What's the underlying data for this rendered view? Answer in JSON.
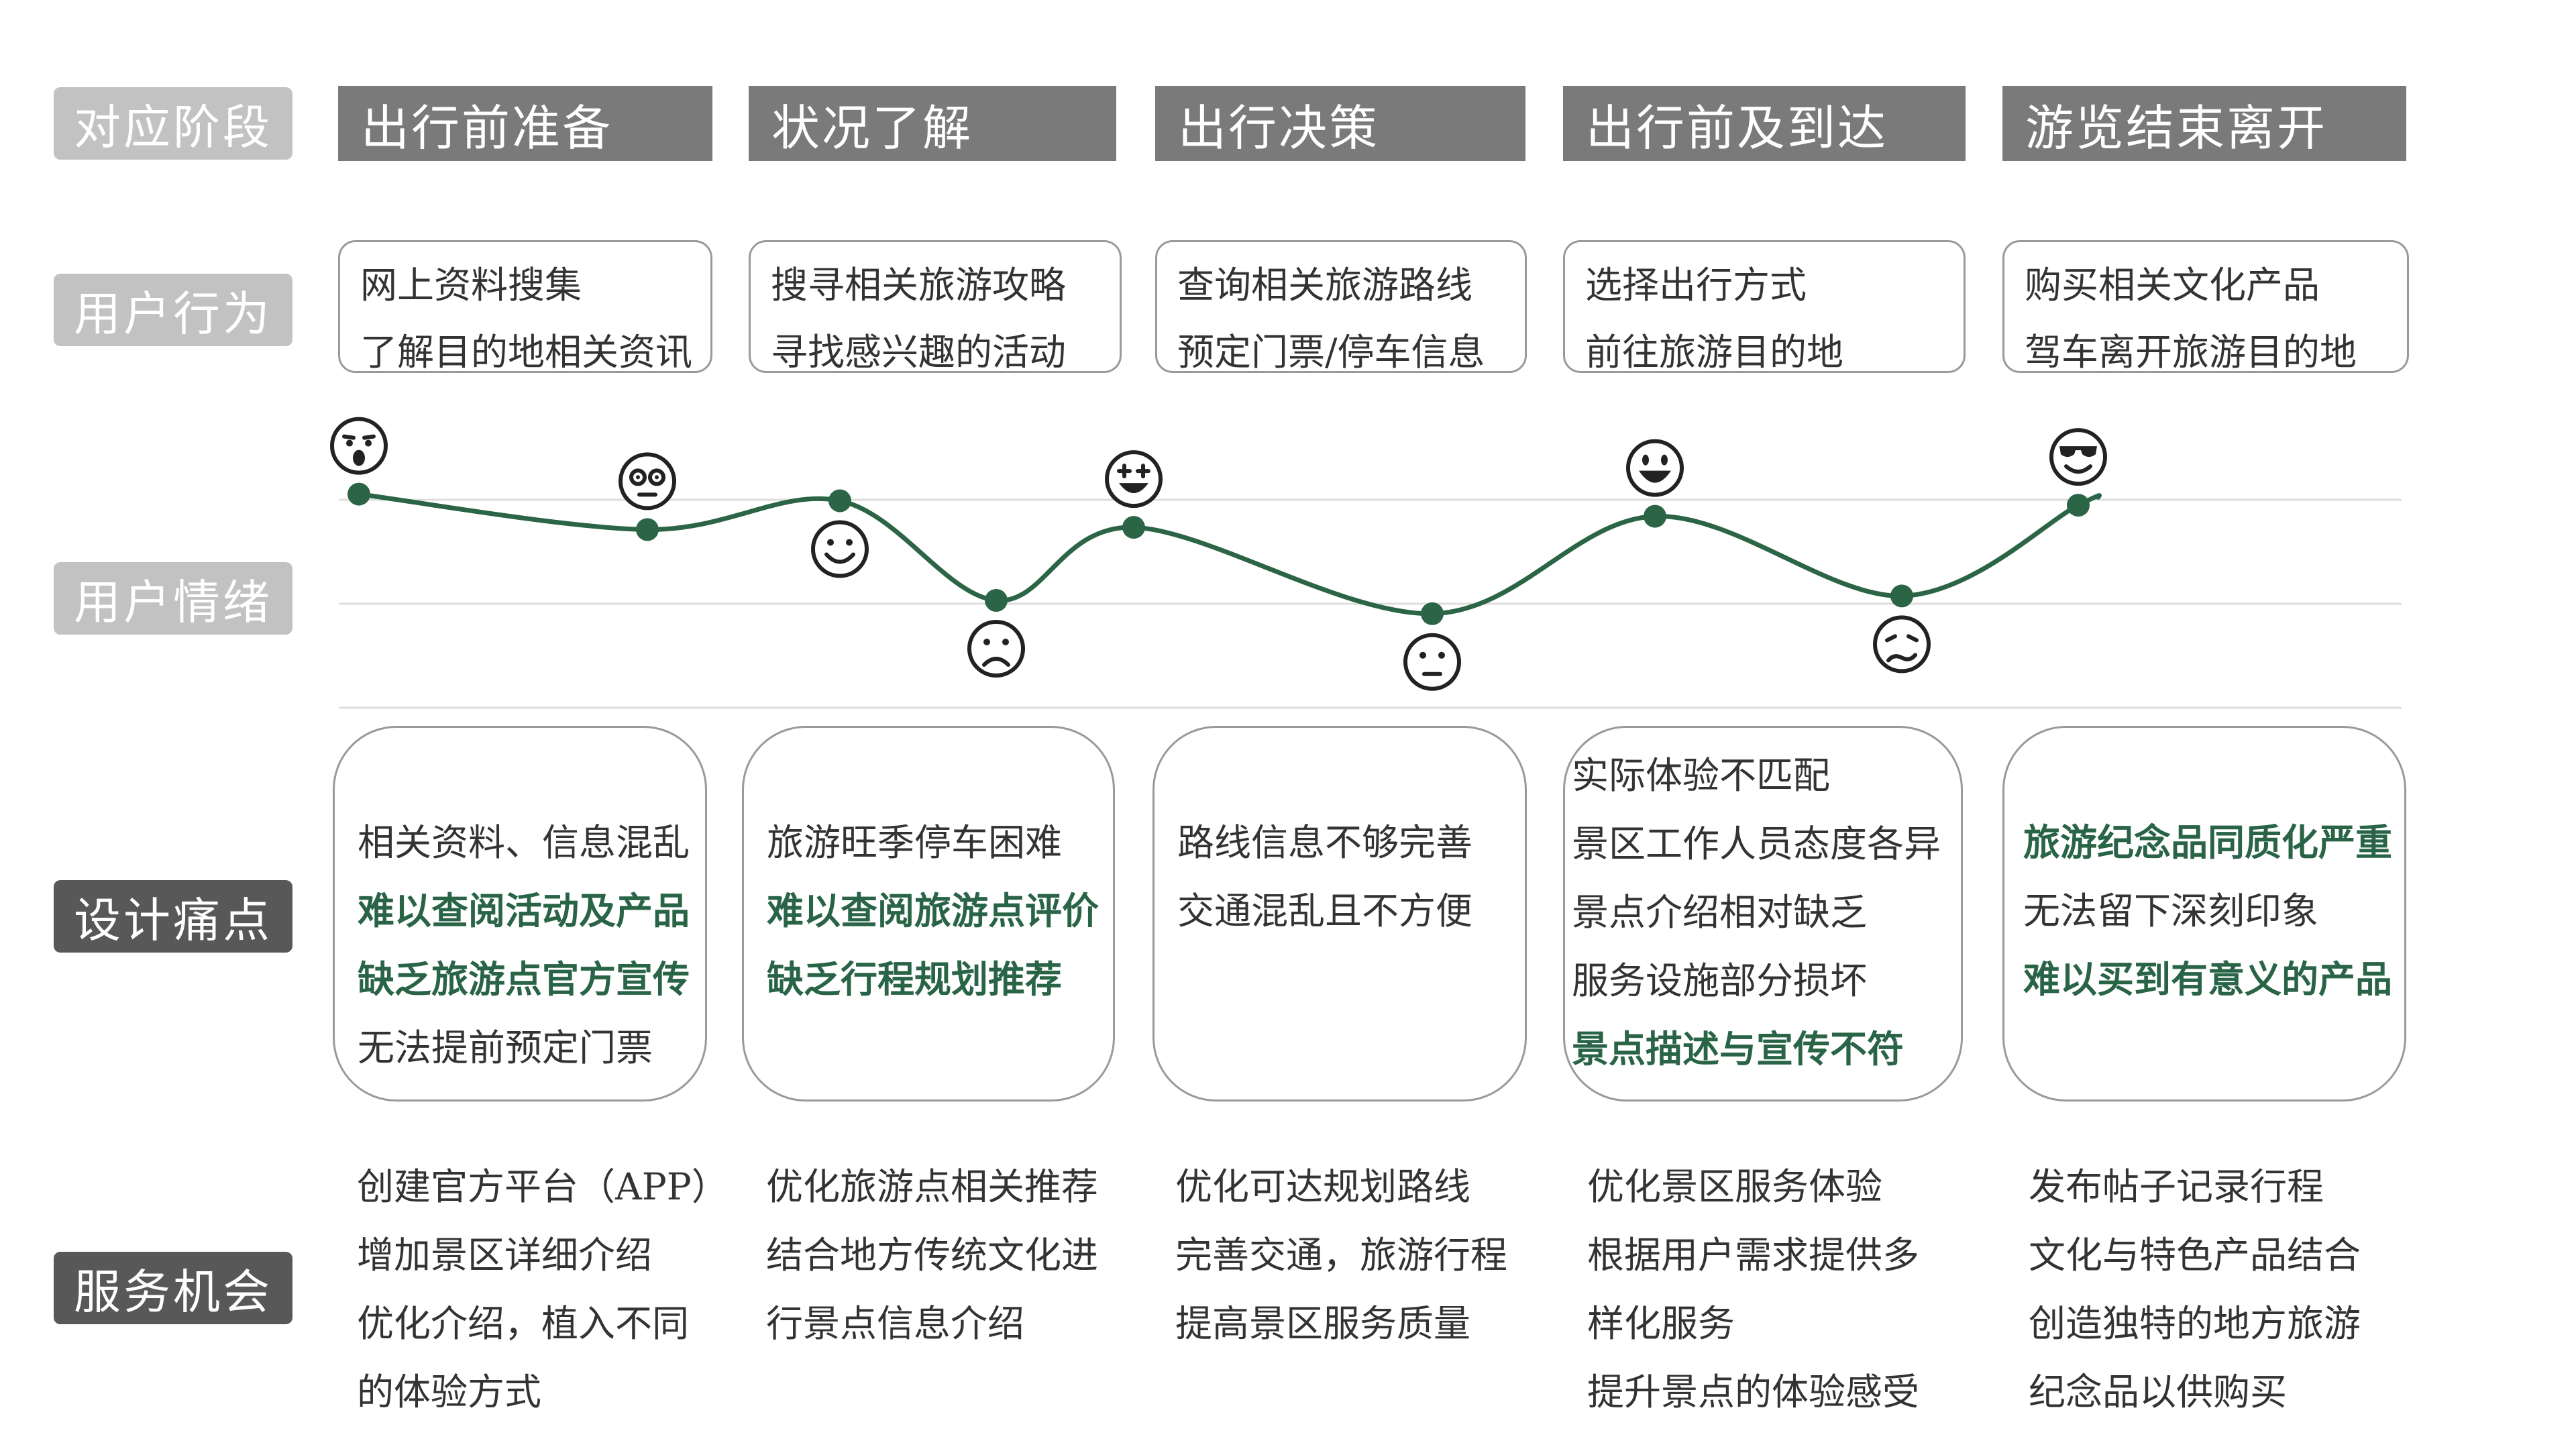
{
  "row_labels": {
    "stage": "对应阶段",
    "behavior": "用户行为",
    "emotion": "用户情绪",
    "pain": "设计痛点",
    "opportunity": "服务机会"
  },
  "stages": [
    "出行前准备",
    "状况了解",
    "出行决策",
    "出行前及到达",
    "游览结束离开"
  ],
  "behaviors": [
    [
      "网上资料搜集",
      "了解目的地相关资讯"
    ],
    [
      "搜寻相关旅游攻略",
      "寻找感兴趣的活动"
    ],
    [
      "查询相关旅游路线",
      "预定门票/停车信息"
    ],
    [
      "选择出行方式",
      "前往旅游目的地"
    ],
    [
      "购买相关文化产品",
      "驾车离开旅游目的地"
    ]
  ],
  "pain_points": [
    [
      {
        "text": "相关资料、信息混乱",
        "highlight": false
      },
      {
        "text": "难以查阅活动及产品",
        "highlight": true
      },
      {
        "text": "缺乏旅游点官方宣传",
        "highlight": true
      },
      {
        "text": "无法提前预定门票",
        "highlight": false
      }
    ],
    [
      {
        "text": "旅游旺季停车困难",
        "highlight": false
      },
      {
        "text": "难以查阅旅游点评价",
        "highlight": true
      },
      {
        "text": "缺乏行程规划推荐",
        "highlight": true
      }
    ],
    [
      {
        "text": "路线信息不够完善",
        "highlight": false
      },
      {
        "text": "交通混乱且不方便",
        "highlight": false
      }
    ],
    [
      {
        "text": "实际体验不匹配",
        "highlight": false
      },
      {
        "text": "景区工作人员态度各异",
        "highlight": false
      },
      {
        "text": "景点介绍相对缺乏",
        "highlight": false
      },
      {
        "text": "服务设施部分损坏",
        "highlight": false
      },
      {
        "text": "景点描述与宣传不符",
        "highlight": true
      }
    ],
    [
      {
        "text": "旅游纪念品同质化严重",
        "highlight": true
      },
      {
        "text": "无法留下深刻印象",
        "highlight": false
      },
      {
        "text": "难以买到有意义的产品",
        "highlight": true
      }
    ]
  ],
  "opportunities": [
    [
      "创建官方平台（APP）",
      "增加景区详细介绍",
      "优化介绍，植入不同",
      "的体验方式"
    ],
    [
      "优化旅游点相关推荐",
      "结合地方传统文化进",
      "行景点信息介绍"
    ],
    [
      "优化可达规划路线",
      "完善交通，旅游行程",
      "提高景区服务质量"
    ],
    [
      "优化景区服务体验",
      "根据用户需求提供多",
      "样化服务",
      "提升景点的体验感受"
    ],
    [
      "发布帖子记录行程",
      "文化与特色产品结合",
      "创造独特的地方旅游",
      "纪念品以供购买"
    ]
  ],
  "colors": {
    "accent_green": "#2a6447",
    "curve_green": "#2c6546",
    "stage_bg": "#7a7a7a",
    "label_light": "#c2c2c2",
    "label_dark": "#585858"
  },
  "chart_data": {
    "type": "line",
    "x": [
      1,
      2,
      3,
      4,
      5,
      6,
      7,
      8,
      9
    ],
    "values": [
      0.98,
      0.82,
      0.95,
      0.5,
      0.83,
      0.44,
      0.88,
      0.52,
      0.93
    ],
    "emojis": [
      "surprised-face-icon",
      "dizzy-face-icon",
      "smile-face-icon",
      "sad-face-icon",
      "star-eyes-face-icon",
      "neutral-face-icon",
      "grin-face-icon",
      "worried-face-icon",
      "sunglasses-face-icon"
    ],
    "emoji_placement": [
      "above",
      "above",
      "below",
      "below",
      "above",
      "below",
      "above",
      "below",
      "above"
    ],
    "gridlines": 3,
    "legend": "none"
  }
}
